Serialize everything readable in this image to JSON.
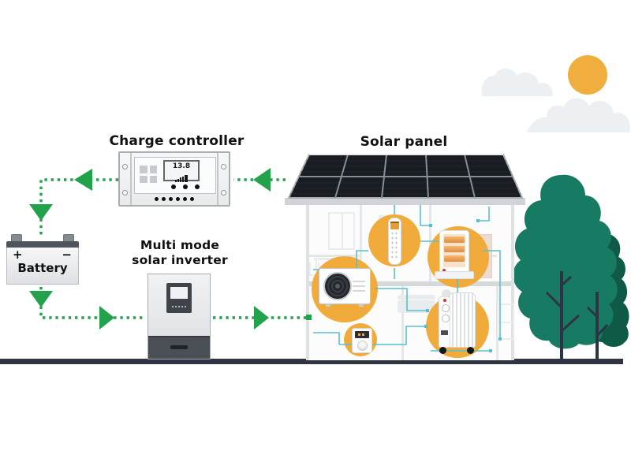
{
  "labels": {
    "charge_controller": "Charge controller",
    "solar_panel": "Solar panel",
    "inverter_line1": "Multi mode",
    "inverter_line2": "solar inverter",
    "battery_name": "Battery",
    "battery_positive": "+",
    "battery_negative": "−"
  },
  "charge_controller": {
    "display_value": "13.8"
  },
  "connections": [
    {
      "from": "solar-panel",
      "to": "charge-controller",
      "style": "green-dotted-arrow"
    },
    {
      "from": "charge-controller",
      "to": "battery",
      "style": "green-dotted-arrow"
    },
    {
      "from": "battery",
      "to": "multi-mode-solar-inverter",
      "style": "green-dotted-arrow"
    },
    {
      "from": "multi-mode-solar-inverter",
      "to": "house",
      "style": "green-dotted-arrow"
    }
  ],
  "house_appliances": [
    "ac-remote-control",
    "halogen-heater",
    "air-conditioner-outdoor-unit",
    "smart-thermostat",
    "oil-filled-radiator"
  ],
  "colors": {
    "arrow_green": "#23A24C",
    "accent_orange": "#F1AB3B",
    "sun_orange": "#EFAE3E",
    "tree_front": "#177A63",
    "tree_back": "#0F5947",
    "wire_teal": "#58C1CC",
    "ground": "#2F3442",
    "solar_panel_dark": "#191C21"
  }
}
